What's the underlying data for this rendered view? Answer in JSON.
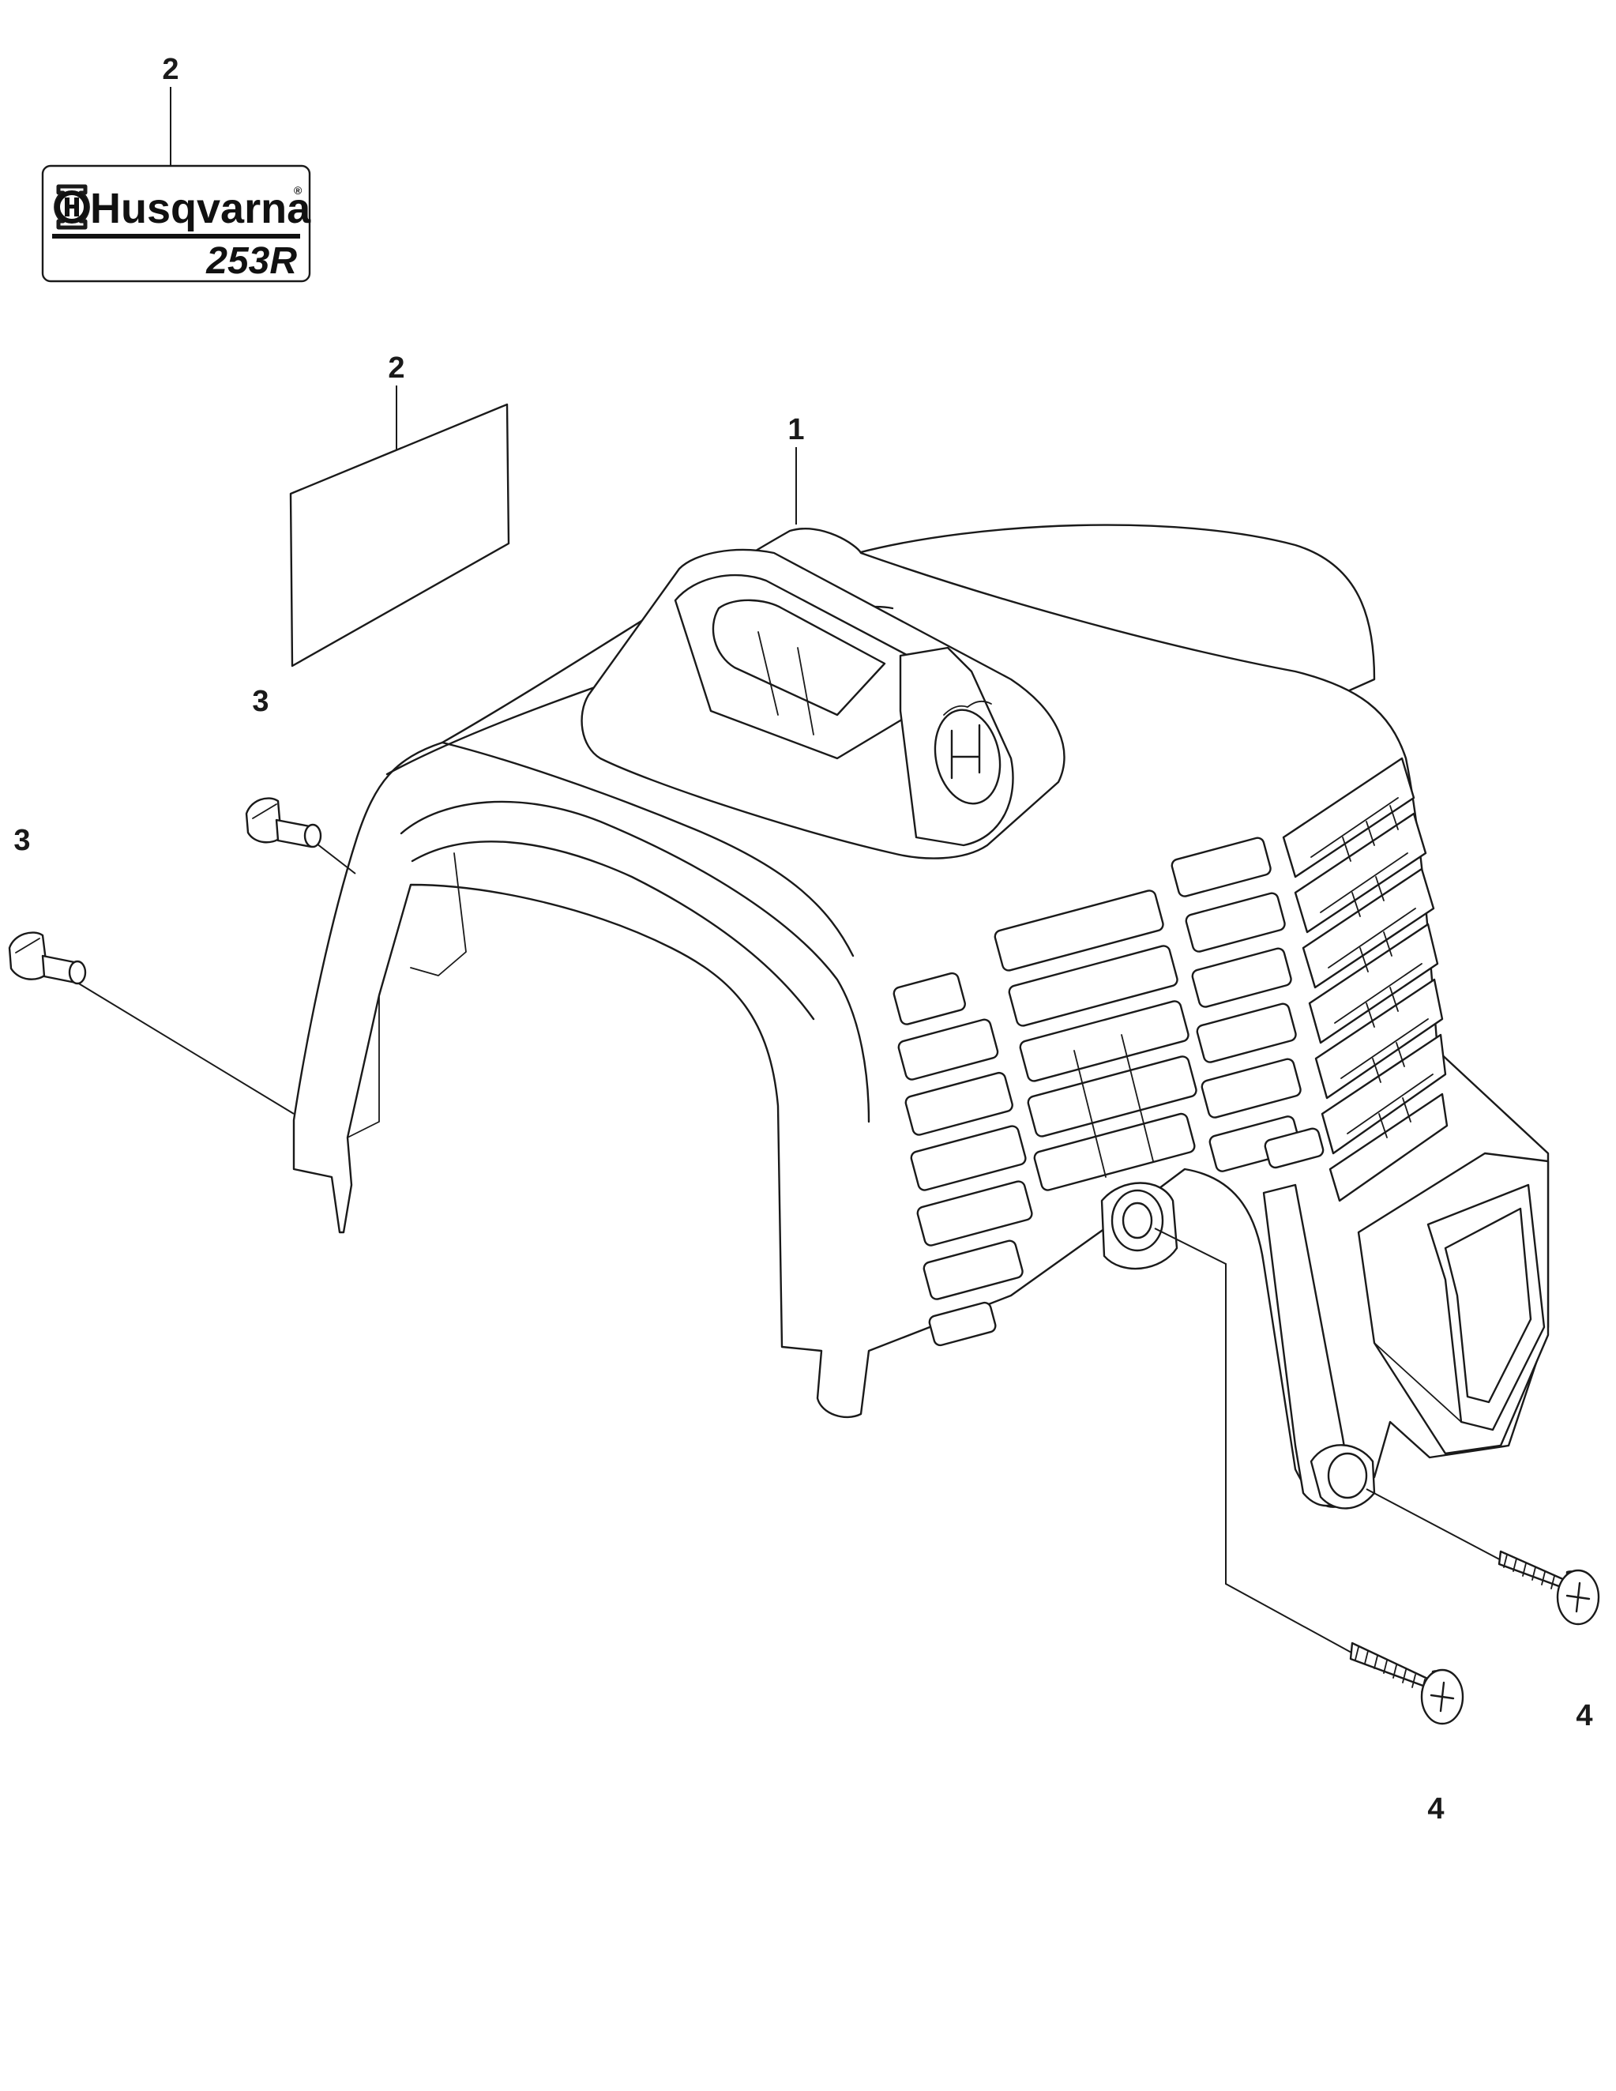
{
  "callouts": {
    "decal_top": "2",
    "decal_blank": "2",
    "cover": "1",
    "screw_upper": "3",
    "screw_left": "3",
    "bolt_lower": "4",
    "bolt_right": "4"
  },
  "decal": {
    "brand": "Husqvarna",
    "registered": "®",
    "model": "253R"
  },
  "colors": {
    "line": "#1a1a1a",
    "background": "#ffffff"
  }
}
